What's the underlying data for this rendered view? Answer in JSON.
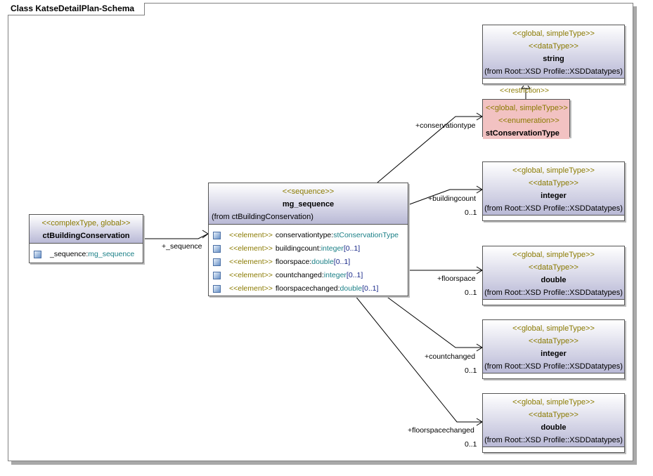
{
  "frame": {
    "title": "Class KatseDetailPlan-Schema"
  },
  "classes": {
    "ctBuildingConservation": {
      "stereotype": "<<complexType, global>>",
      "name": "ctBuildingConservation",
      "attr_name": "_sequence:",
      "attr_type": "mg_sequence"
    },
    "mg_sequence": {
      "stereotype": "<<sequence>>",
      "name": "mg_sequence",
      "from": "(from ctBuildingConservation)",
      "elements": [
        {
          "stereotype": "<<element>>",
          "name": "conservationtype:",
          "type": "stConservationType",
          "mult": ""
        },
        {
          "stereotype": "<<element>>",
          "name": "buildingcount:",
          "type": "integer",
          "mult": "[0..1]"
        },
        {
          "stereotype": "<<element>>",
          "name": "floorspace:",
          "type": "double",
          "mult": "[0..1]"
        },
        {
          "stereotype": "<<element>>",
          "name": "countchanged:",
          "type": "integer",
          "mult": "[0..1]"
        },
        {
          "stereotype": "<<element>>",
          "name": "floorspacechanged:",
          "type": "double",
          "mult": "[0..1]"
        }
      ]
    },
    "string": {
      "stereo1": "<<global, simpleType>>",
      "stereo2": "<<dataType>>",
      "name": "string",
      "from": "(from Root::XSD Profile::XSDDatatypes)"
    },
    "stConservationType": {
      "stereo1": "<<global, simpleType>>",
      "stereo2": "<<enumeration>>",
      "name": "stConservationType"
    },
    "integer1": {
      "stereo1": "<<global, simpleType>>",
      "stereo2": "<<dataType>>",
      "name": "integer",
      "from": "(from Root::XSD Profile::XSDDatatypes)"
    },
    "double1": {
      "stereo1": "<<global, simpleType>>",
      "stereo2": "<<dataType>>",
      "name": "double",
      "from": "(from Root::XSD Profile::XSDDatatypes)"
    },
    "integer2": {
      "stereo1": "<<global, simpleType>>",
      "stereo2": "<<dataType>>",
      "name": "integer",
      "from": "(from Root::XSD Profile::XSDDatatypes)"
    },
    "double2": {
      "stereo1": "<<global, simpleType>>",
      "stereo2": "<<dataType>>",
      "name": "double",
      "from": "(from Root::XSD Profile::XSDDatatypes)"
    }
  },
  "connectors": {
    "sequence_role": "+_sequence",
    "restriction": "<<restriction>>",
    "conservationtype": "+conservationtype",
    "buildingcount": "+buildingcount",
    "buildingcount_mult": "0..1",
    "floorspace": "+floorspace",
    "floorspace_mult": "0..1",
    "countchanged": "+countchanged",
    "countchanged_mult": "0..1",
    "floorspacechanged": "+floorspacechanged",
    "floorspacechanged_mult": "0..1"
  }
}
